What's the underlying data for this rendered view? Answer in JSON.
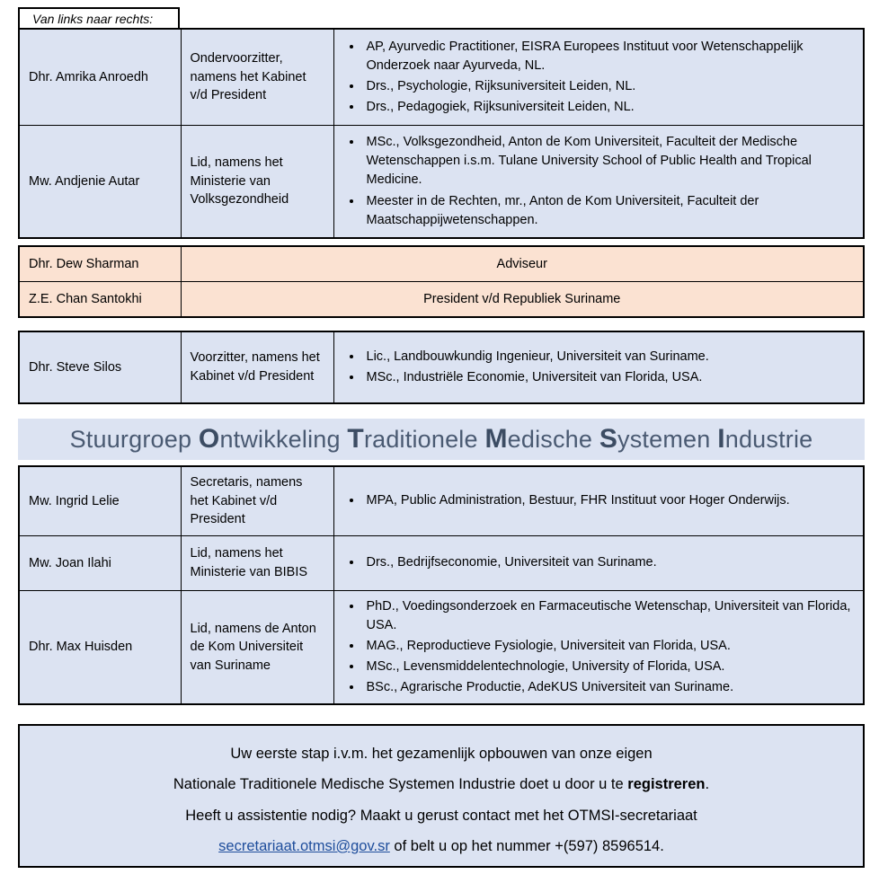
{
  "document": {
    "orientation_note": "Van links naar rechts:",
    "colors": {
      "table_blue": "#dce3f2",
      "table_peach": "#fbe2d2",
      "heading_text": "#4a5a72",
      "heading_cap": "#3c4c63",
      "link_blue": "#1f4e9c",
      "border": "#000000"
    }
  },
  "presidium_table": {
    "rows": [
      {
        "name": "Dhr. Amrika Anroedh",
        "role": "Ondervoorzitter, namens het Kabinet v/d President",
        "qualifications": [
          "AP, Ayurvedic Practitioner, EISRA Europees Instituut voor Wetenschappelijk Onderzoek naar Ayurveda, NL.",
          "Drs., Psychologie, Rijksuniversiteit Leiden, NL.",
          "Drs., Pedagogiek, Rijksuniversiteit Leiden, NL."
        ]
      },
      {
        "name": "Mw. Andjenie Autar",
        "role": "Lid, namens het Ministerie van Volksgezondheid",
        "qualifications": [
          "MSc., Volksgezondheid, Anton de Kom Universiteit, Faculteit der Medische Wetenschappen i.s.m. Tulane University School of Public Health and Tropical Medicine.",
          "Meester in de Rechten, mr., Anton de Kom Universiteit, Faculteit der Maatschappijwetenschappen."
        ]
      }
    ]
  },
  "advisers_table": {
    "rows": [
      {
        "name": "Dhr. Dew Sharman",
        "role": "Adviseur"
      },
      {
        "name": "Z.E. Chan Santokhi",
        "role": "President v/d Republiek Suriname"
      }
    ]
  },
  "chair_table": {
    "rows": [
      {
        "name": "Dhr. Steve Silos",
        "role": "Voorzitter, namens het Kabinet v/d President",
        "qualifications": [
          "Lic., Landbouwkundig Ingenieur, Universiteit van Suriname.",
          "MSc., Industriële Economie, Universiteit van Florida, USA."
        ]
      }
    ]
  },
  "section_heading": {
    "parts": [
      {
        "text": "Stuurgroep ",
        "cap": false
      },
      {
        "text": "O",
        "cap": true
      },
      {
        "text": "ntwikkeling ",
        "cap": false
      },
      {
        "text": "T",
        "cap": true
      },
      {
        "text": "raditionele ",
        "cap": false
      },
      {
        "text": "M",
        "cap": true
      },
      {
        "text": "edische ",
        "cap": false
      },
      {
        "text": "S",
        "cap": true
      },
      {
        "text": "ystemen ",
        "cap": false
      },
      {
        "text": "I",
        "cap": true
      },
      {
        "text": "ndustrie",
        "cap": false
      }
    ],
    "plain_text": "Stuurgroep Ontwikkeling Traditionele Medische Systemen Industrie"
  },
  "stuurgroep_table": {
    "rows": [
      {
        "name": "Mw. Ingrid Lelie",
        "role": "Secretaris, namens het Kabinet v/d President",
        "qualifications": [
          "MPA, Public Administration, Bestuur, FHR Instituut voor Hoger Onderwijs."
        ]
      },
      {
        "name": "Mw. Joan Ilahi",
        "role": "Lid, namens het Ministerie van BIBIS",
        "qualifications": [
          "Drs., Bedrijfseconomie, Universiteit van Suriname."
        ]
      },
      {
        "name": "Dhr. Max Huisden",
        "role": "Lid, namens de Anton de Kom Universiteit van Suriname",
        "qualifications": [
          "PhD., Voedingsonderzoek en Farmaceutische Wetenschap, Universiteit van Florida, USA.",
          "MAG., Reproductieve Fysiologie, Universiteit van Florida, USA.",
          "MSc., Levensmiddelentechnologie, University of Florida, USA.",
          "BSc., Agrarische Productie, AdeKUS Universiteit van Suriname."
        ]
      }
    ]
  },
  "cta": {
    "line1": "Uw eerste stap i.v.m. het gezamenlijk opbouwen van onze eigen",
    "line2_prefix": "Nationale Traditionele Medische Systemen Industrie doet u door u te ",
    "line2_bold": "registreren",
    "line2_suffix": ".",
    "line3": "Heeft u assistentie nodig? Maakt u gerust contact met het OTMSI-secretariaat",
    "line4_link": "secretariaat.otmsi@gov.sr",
    "line4_suffix": " of belt u op het nummer +(597) 8596514."
  }
}
